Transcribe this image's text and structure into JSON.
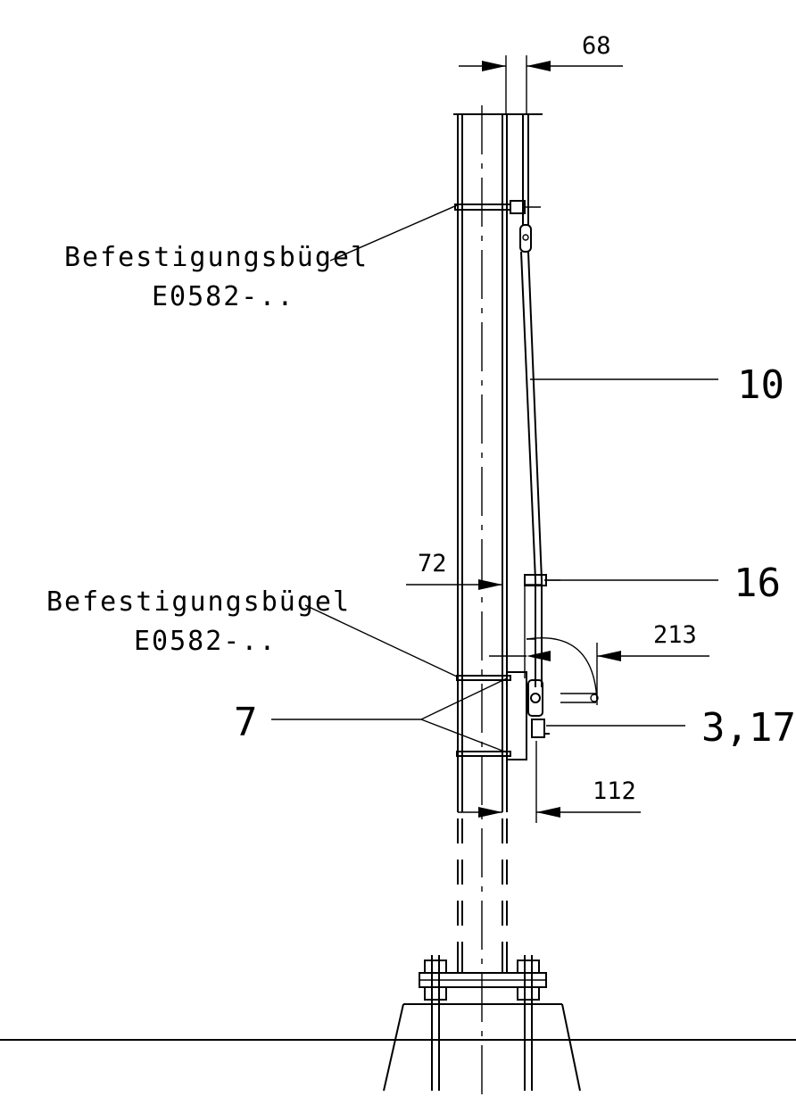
{
  "dimensions": {
    "top_width": "68",
    "mid_width": "72",
    "arm_reach": "213",
    "lower_width": "112"
  },
  "labels": {
    "clamp_upper": {
      "line1": "Befestigungsbügel",
      "line2": "E0582-.."
    },
    "clamp_lower": {
      "line1": "Befestigungsbügel",
      "line2": "E0582-.."
    }
  },
  "item_numbers": {
    "rod": "10",
    "bracket": "16",
    "clamp_item": "7",
    "assembly": "3,17"
  }
}
